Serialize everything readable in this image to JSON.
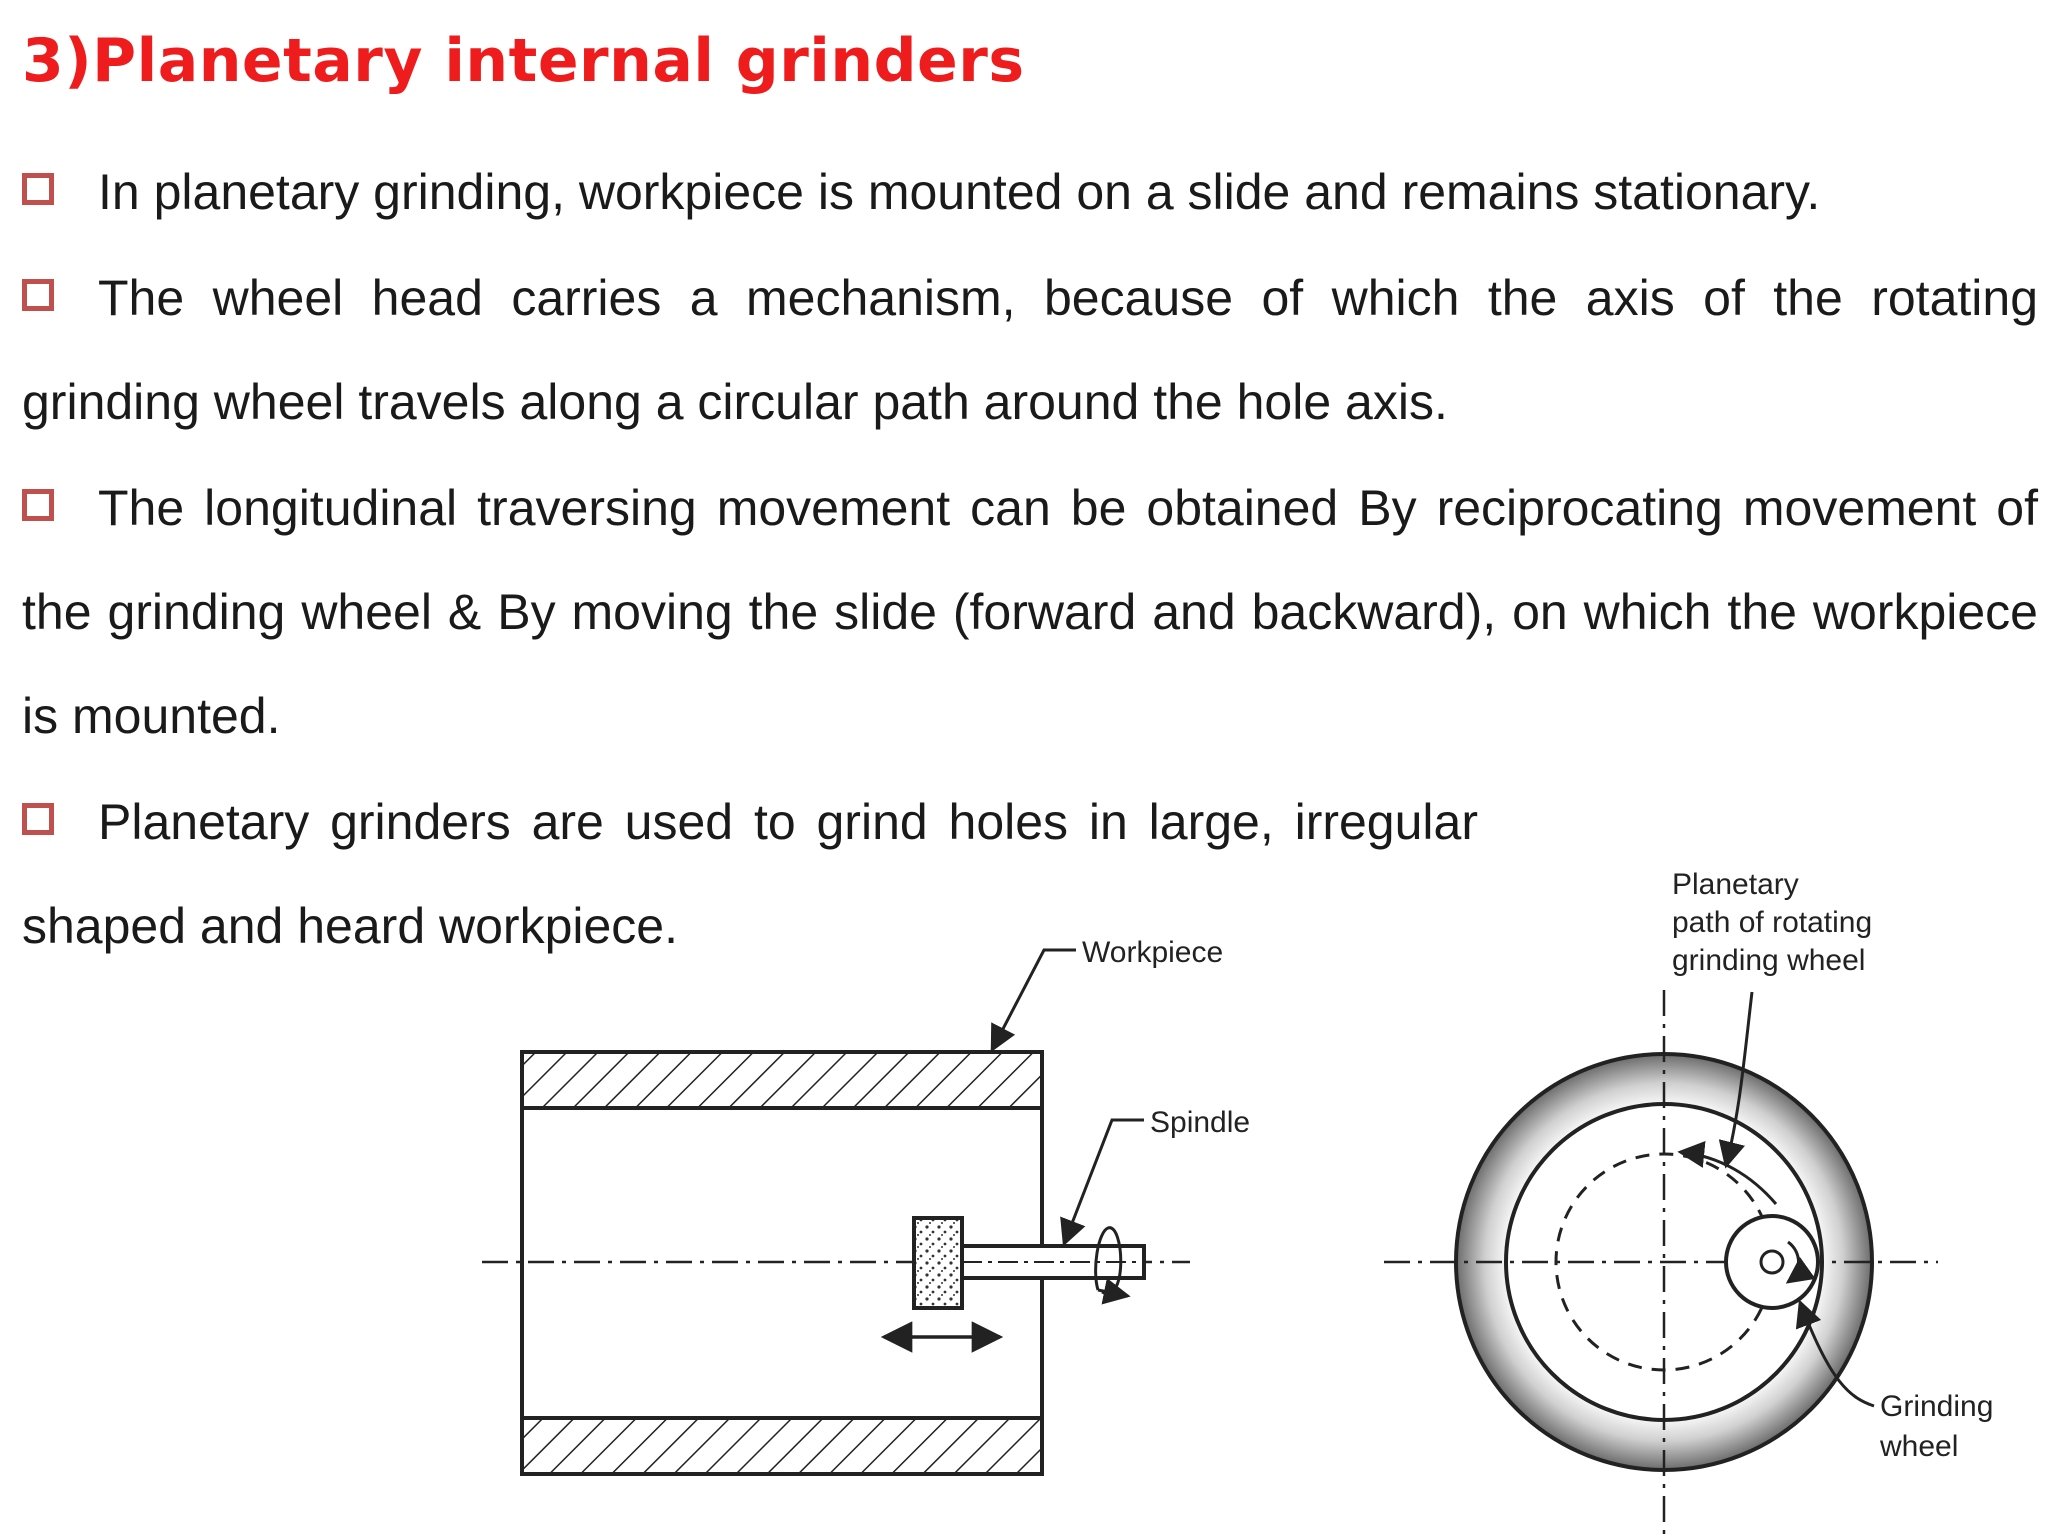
{
  "title": "3)Planetary internal grinders",
  "bullets": [
    "In planetary grinding, workpiece is mounted on a slide and remains stationary.",
    "The wheel head carries a mechanism, because of which the axis of the rotating grinding wheel travels along a circular path around the hole axis.",
    "The longitudinal traversing movement can be obtained By reciprocating movement of the grinding wheel & By moving the slide (forward and backward), on which the workpiece is mounted.",
    "Planetary grinders are used to grind holes in large, irregular shaped and heard workpiece."
  ],
  "diagram": {
    "labels": {
      "workpiece": "Workpiece",
      "spindle": "Spindle",
      "planetary_line1": "Planetary",
      "planetary_line2": "path of rotating",
      "planetary_line3": "grinding wheel",
      "grinding_line1": "Grinding",
      "grinding_line2": "wheel"
    },
    "colors": {
      "title": "#ee1c1c",
      "bullet_box": "#c0504d",
      "ring_shade": "#6b6b6b"
    }
  }
}
